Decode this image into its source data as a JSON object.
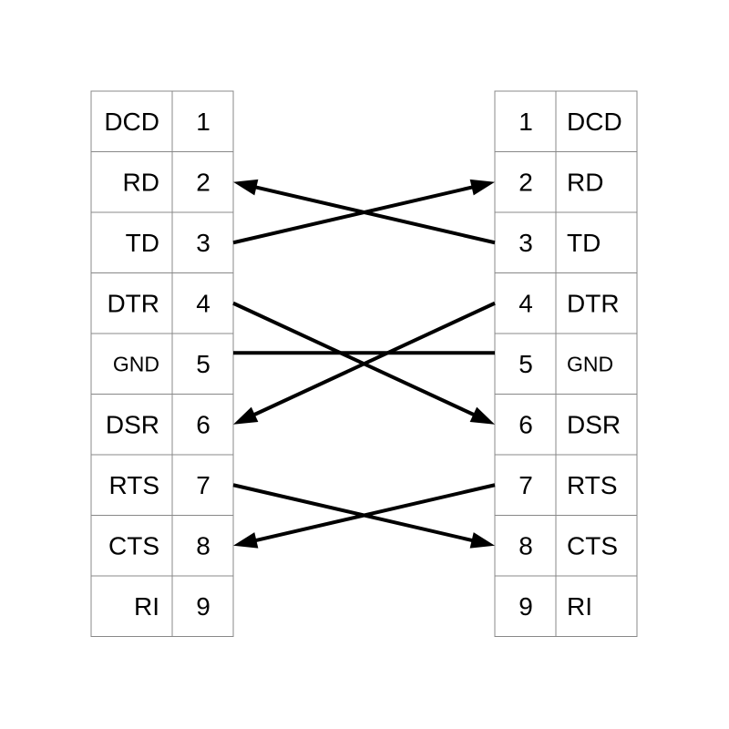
{
  "left_connector": {
    "pins": [
      {
        "signal": "DCD",
        "pin": "1"
      },
      {
        "signal": "RD",
        "pin": "2"
      },
      {
        "signal": "TD",
        "pin": "3"
      },
      {
        "signal": "DTR",
        "pin": "4"
      },
      {
        "signal": "GND",
        "pin": "5"
      },
      {
        "signal": "DSR",
        "pin": "6"
      },
      {
        "signal": "RTS",
        "pin": "7"
      },
      {
        "signal": "CTS",
        "pin": "8"
      },
      {
        "signal": "RI",
        "pin": "9"
      }
    ]
  },
  "right_connector": {
    "pins": [
      {
        "signal": "DCD",
        "pin": "1"
      },
      {
        "signal": "RD",
        "pin": "2"
      },
      {
        "signal": "TD",
        "pin": "3"
      },
      {
        "signal": "DTR",
        "pin": "4"
      },
      {
        "signal": "GND",
        "pin": "5"
      },
      {
        "signal": "DSR",
        "pin": "6"
      },
      {
        "signal": "RTS",
        "pin": "7"
      },
      {
        "signal": "CTS",
        "pin": "8"
      },
      {
        "signal": "RI",
        "pin": "9"
      }
    ]
  },
  "connections": [
    {
      "from_side": "left",
      "from_pin": 3,
      "to_side": "right",
      "to_pin": 2,
      "arrow": "end"
    },
    {
      "from_side": "right",
      "from_pin": 3,
      "to_side": "left",
      "to_pin": 2,
      "arrow": "end"
    },
    {
      "from_side": "left",
      "from_pin": 4,
      "to_side": "right",
      "to_pin": 6,
      "arrow": "end"
    },
    {
      "from_side": "right",
      "from_pin": 4,
      "to_side": "left",
      "to_pin": 6,
      "arrow": "end"
    },
    {
      "from_side": "left",
      "from_pin": 5,
      "to_side": "right",
      "to_pin": 5,
      "arrow": "none"
    },
    {
      "from_side": "left",
      "from_pin": 7,
      "to_side": "right",
      "to_pin": 8,
      "arrow": "end"
    },
    {
      "from_side": "right",
      "from_pin": 7,
      "to_side": "left",
      "to_pin": 8,
      "arrow": "end"
    }
  ],
  "colors": {
    "line": "#000000",
    "cell_border": "#888888",
    "background": "#ffffff"
  }
}
